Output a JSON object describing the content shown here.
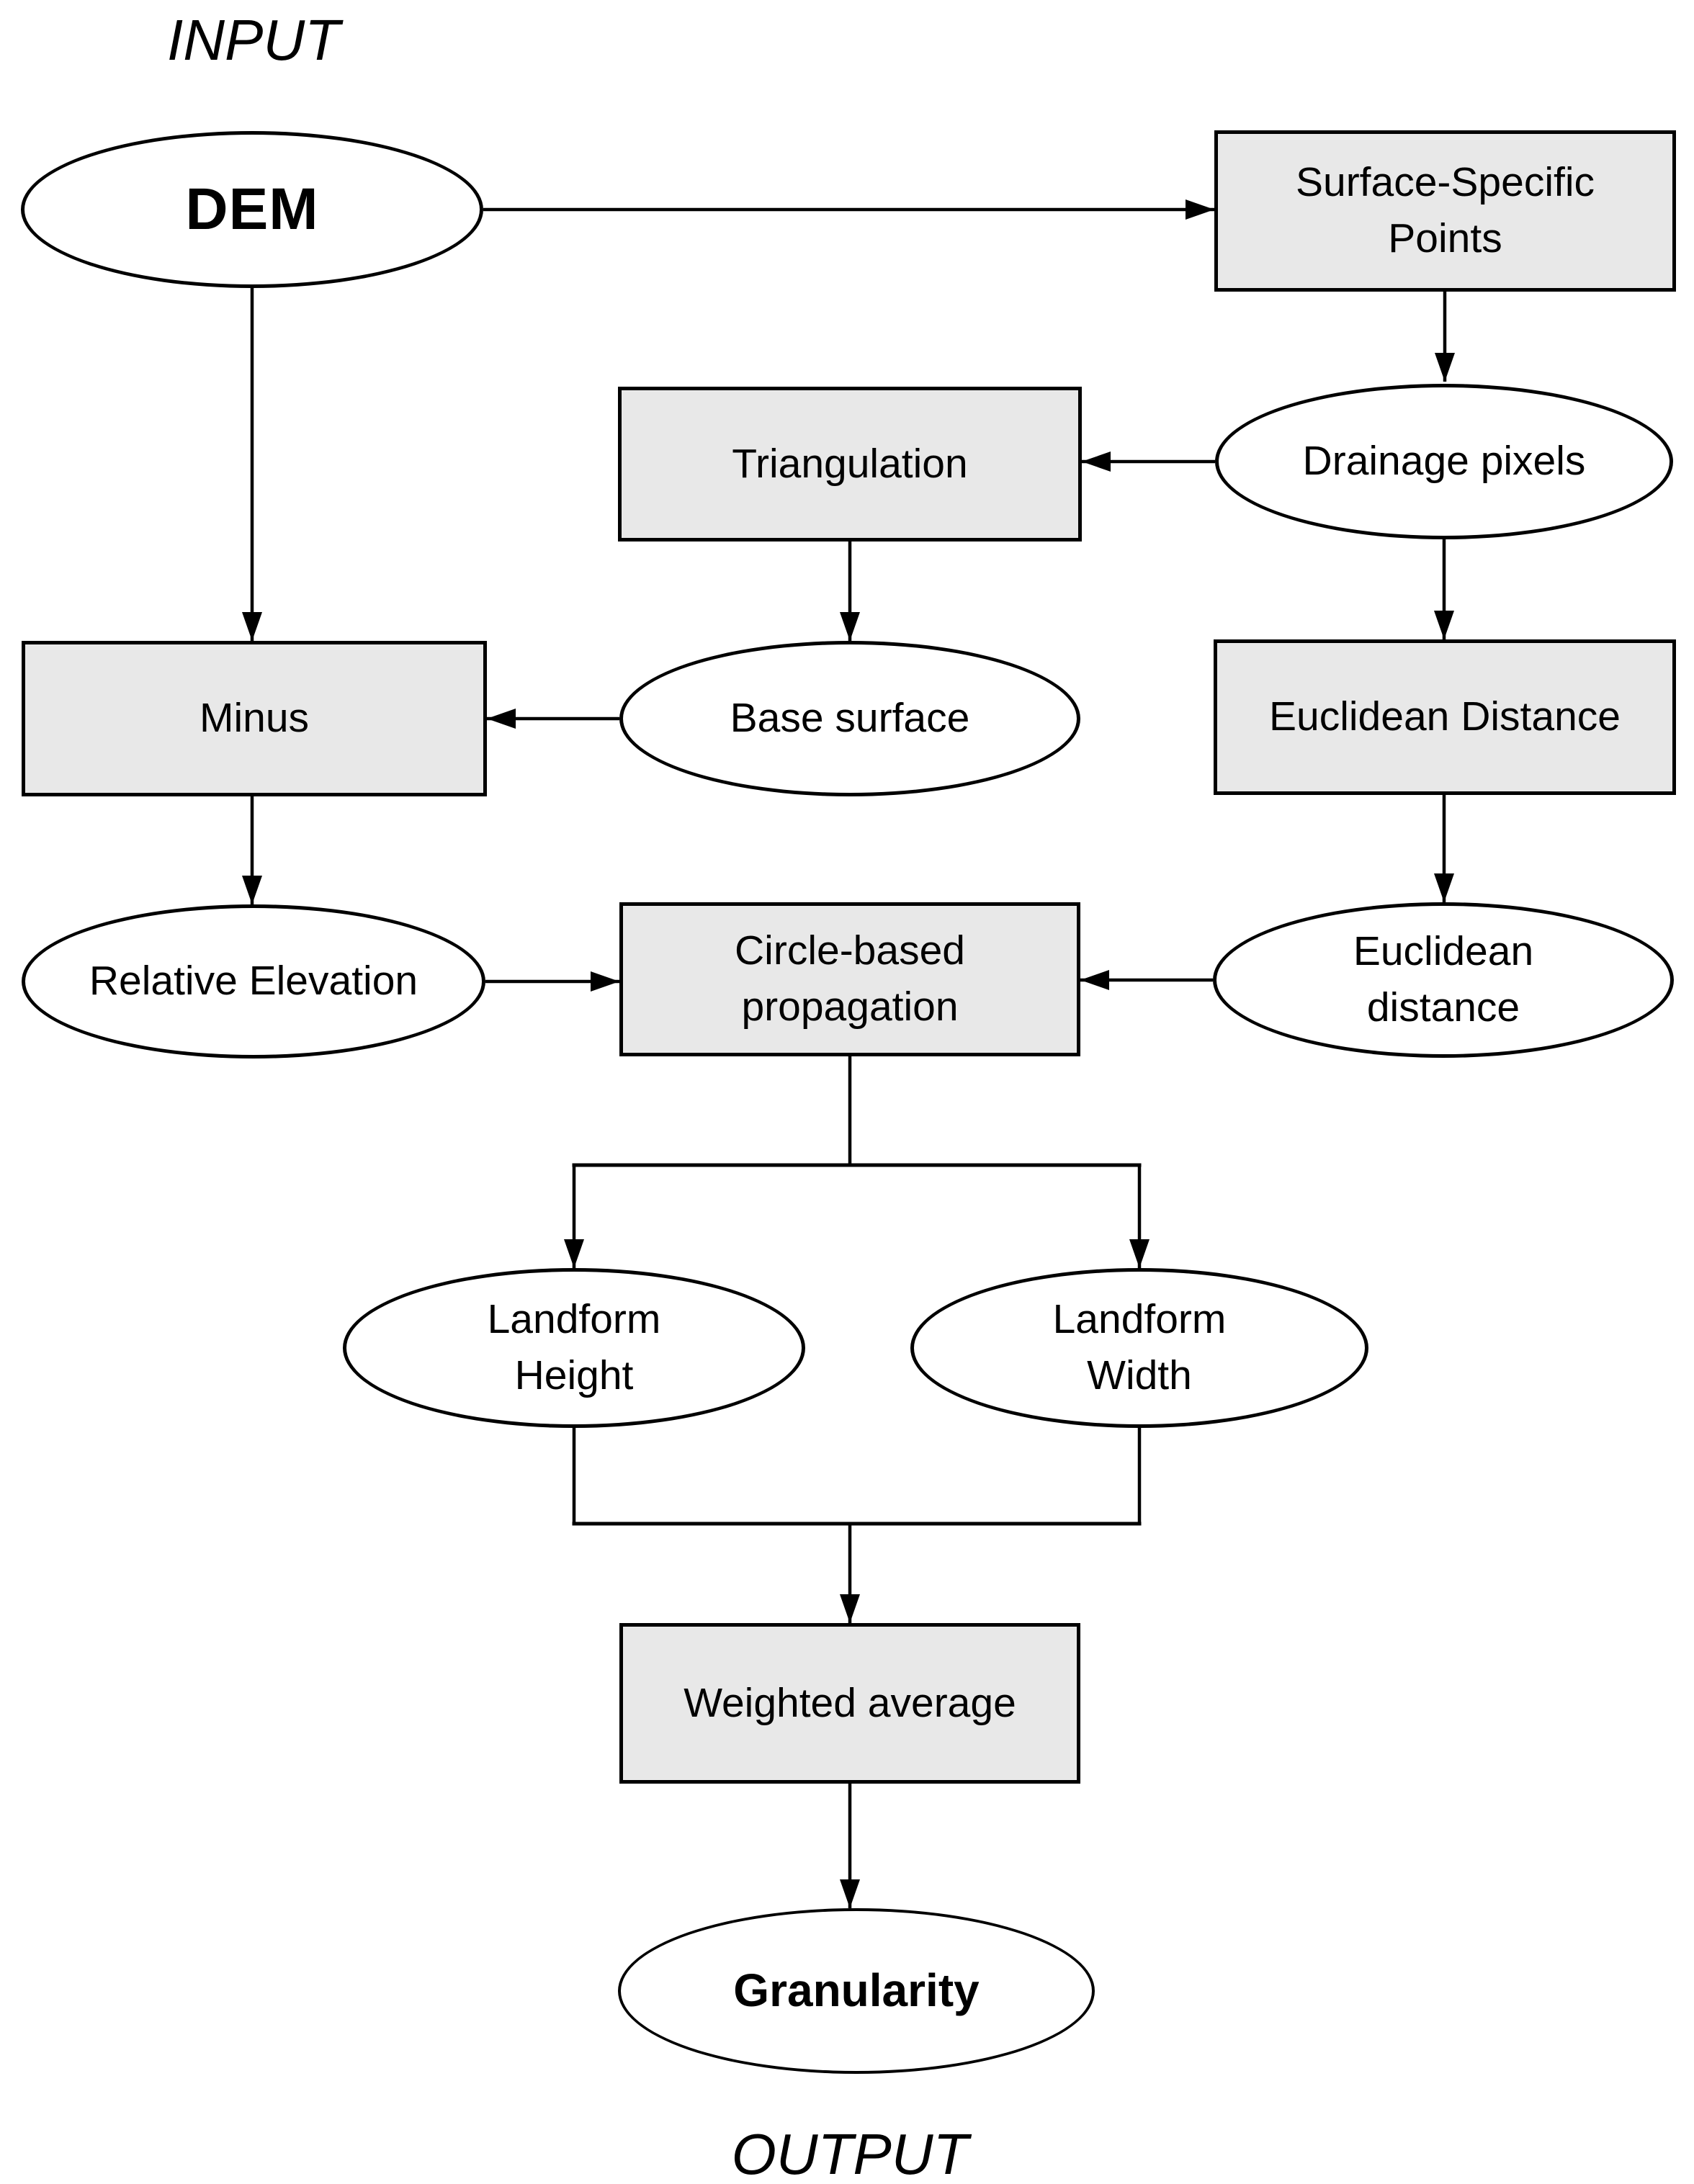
{
  "diagram": {
    "input_label": "INPUT",
    "output_label": "OUTPUT",
    "colors": {
      "process_box_fill": "#e8e8e8",
      "data_ellipse_fill": "#ffffff",
      "stroke": "#000000"
    },
    "nodes": {
      "dem": "DEM",
      "surface_specific_points": "Surface-Specific\nPoints",
      "triangulation": "Triangulation",
      "drainage_pixels": "Drainage pixels",
      "minus": "Minus",
      "euclidean_distance_process": "Euclidean Distance",
      "base_surface": "Base surface",
      "relative_elevation": "Relative Elevation",
      "circle_based_propagation": "Circle-based\npropagation",
      "euclidean_distance_data": "Euclidean\ndistance",
      "landform_height": "Landform\nHeight",
      "landform_width": "Landform\nWidth",
      "weighted_average": "Weighted average",
      "granularity": "Granularity"
    },
    "edges": [
      {
        "from": "dem",
        "to": "surface_specific_points"
      },
      {
        "from": "surface_specific_points",
        "to": "drainage_pixels"
      },
      {
        "from": "drainage_pixels",
        "to": "triangulation"
      },
      {
        "from": "drainage_pixels",
        "to": "euclidean_distance_process"
      },
      {
        "from": "triangulation",
        "to": "base_surface"
      },
      {
        "from": "base_surface",
        "to": "minus"
      },
      {
        "from": "dem",
        "to": "minus"
      },
      {
        "from": "minus",
        "to": "relative_elevation"
      },
      {
        "from": "relative_elevation",
        "to": "circle_based_propagation"
      },
      {
        "from": "euclidean_distance_process",
        "to": "euclidean_distance_data"
      },
      {
        "from": "euclidean_distance_data",
        "to": "circle_based_propagation"
      },
      {
        "from": "circle_based_propagation",
        "to": "landform_height"
      },
      {
        "from": "circle_based_propagation",
        "to": "landform_width"
      },
      {
        "from": "landform_height",
        "to": "weighted_average"
      },
      {
        "from": "landform_width",
        "to": "weighted_average"
      },
      {
        "from": "weighted_average",
        "to": "granularity"
      }
    ]
  }
}
